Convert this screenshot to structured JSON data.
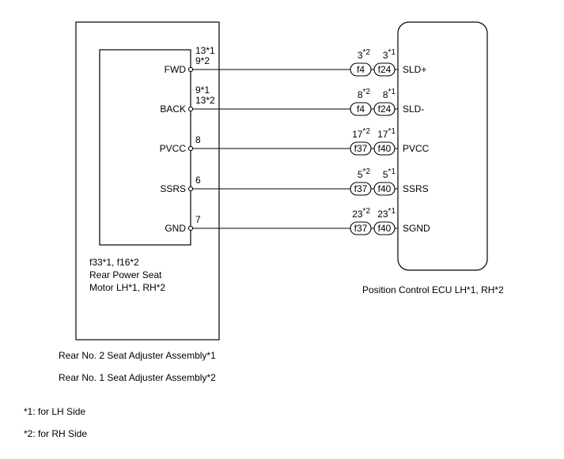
{
  "colors": {
    "line": "#000000",
    "background": "#ffffff"
  },
  "motor": {
    "pins": [
      {
        "label": "FWD",
        "pin_lines": [
          "13*1",
          "9*2"
        ]
      },
      {
        "label": "BACK",
        "pin_lines": [
          "9*1",
          "13*2"
        ]
      },
      {
        "label": "PVCC",
        "pin_lines": [
          "8"
        ]
      },
      {
        "label": "SSRS",
        "pin_lines": [
          "6"
        ]
      },
      {
        "label": "GND",
        "pin_lines": [
          "7"
        ]
      }
    ],
    "caption_lines": [
      "f33*1, f16*2",
      "Rear Power Seat",
      "Motor LH*1, RH*2"
    ]
  },
  "ecu": {
    "pins": [
      {
        "label": "SLD+",
        "conn_rh": "f4",
        "conn_lh": "f24",
        "pin_rh": "3",
        "pin_lh": "3"
      },
      {
        "label": "SLD-",
        "conn_rh": "f4",
        "conn_lh": "f24",
        "pin_rh": "8",
        "pin_lh": "8"
      },
      {
        "label": "PVCC",
        "conn_rh": "f37",
        "conn_lh": "f40",
        "pin_rh": "17",
        "pin_lh": "17"
      },
      {
        "label": "SSRS",
        "conn_rh": "f37",
        "conn_lh": "f40",
        "pin_rh": "5",
        "pin_lh": "5"
      },
      {
        "label": "SGND",
        "conn_rh": "f37",
        "conn_lh": "f40",
        "pin_rh": "23",
        "pin_lh": "23"
      }
    ],
    "sup_rh": "*2",
    "sup_lh": "*1",
    "caption": "Position Control ECU LH*1, RH*2"
  },
  "assembly": {
    "caption_lh": "Rear No. 2 Seat Adjuster Assembly*1",
    "caption_rh": "Rear No. 1 Seat Adjuster Assembly*2"
  },
  "notes": [
    "*1: for LH Side",
    "*2: for RH Side"
  ]
}
